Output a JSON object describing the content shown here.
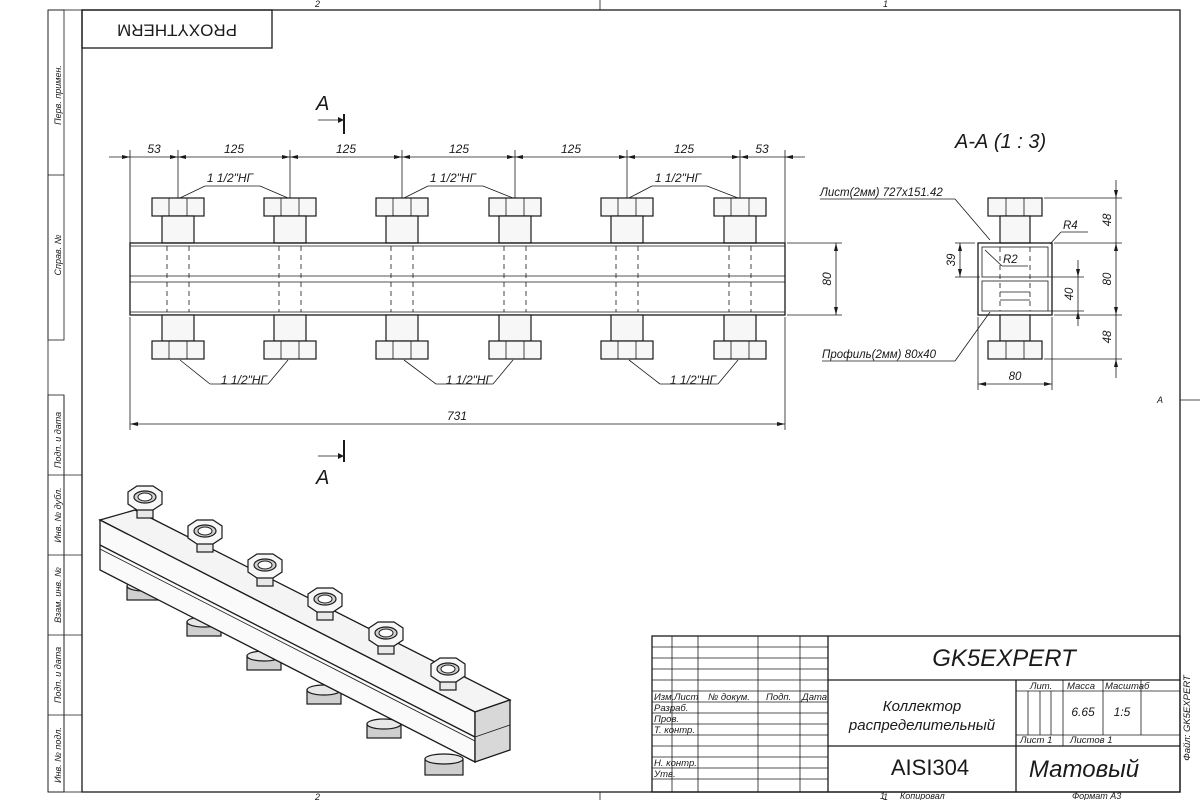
{
  "frame": {
    "zone_top_left": "2",
    "zone_top_right": "1",
    "zone_bottom_left": "2",
    "zone_bottom_right": "1",
    "zone_side": "A"
  },
  "side_stamps": [
    "Перв. примен.",
    "Справ. №",
    "Подп. и дата",
    "Инв. № дубл.",
    "Взам. инв. №",
    "Подп. и дата",
    "Инв. № подл."
  ],
  "brand_stamp": "PROXYTHERM",
  "section_marker": "A",
  "section_title": "А-А (1 : 3)",
  "front_view": {
    "spacing_dims": [
      "53",
      "125",
      "125",
      "125",
      "125",
      "125",
      "53"
    ],
    "thread_label": "1 1/2\"НГ",
    "height_dim": "80",
    "overall_length": "731"
  },
  "section_view": {
    "sheet_label": "Лист(2мм) 727х151.42",
    "profile_label": "Профиль(2мм) 80х40",
    "outer_radius": "R4",
    "inner_radius": "R2",
    "dim_top": "48",
    "dim_bottom": "48",
    "dim_height": "80",
    "dim_upper": "39",
    "dim_inner": "40",
    "dim_width": "80"
  },
  "title_block": {
    "designation": "GK5EXPERT",
    "name_line1": "Коллектор",
    "name_line2": "распределительный",
    "material": "AISI304",
    "finish": "Матовый",
    "headers": {
      "izm": "Изм.",
      "list": "Лист",
      "doc": "№ докум.",
      "sign": "Подп.",
      "date": "Дата",
      "lit": "Лит.",
      "mass": "Масса",
      "scale": "Масштаб"
    },
    "roles": [
      "Разраб.",
      "Пров.",
      "Т. контр.",
      "",
      "Н. контр.",
      "Утв."
    ],
    "mass": "6.65",
    "scale": "1:5",
    "sheet": "Лист 1",
    "sheets": "Листов 1",
    "file_label": "Файл: GK5EXPERT",
    "copied": "Копировал",
    "format": "Формат А3",
    "bottom_number": "1"
  }
}
